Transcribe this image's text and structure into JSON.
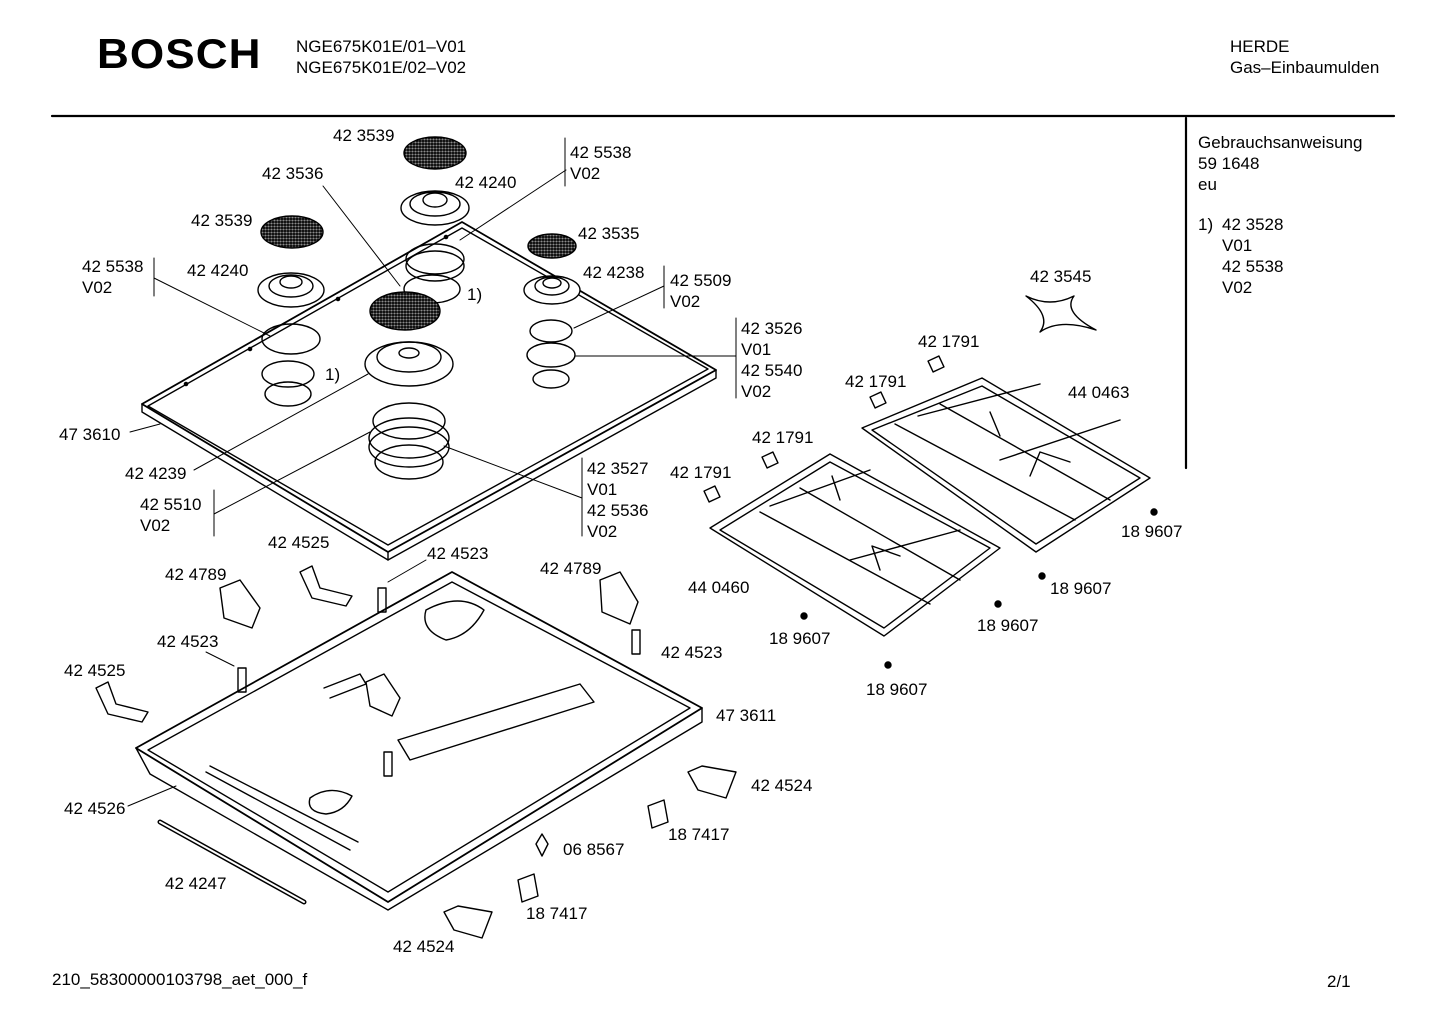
{
  "header": {
    "brand": "BOSCH",
    "models": [
      "NGE675K01E/01–V01",
      "NGE675K01E/02–V02"
    ],
    "category": [
      "HERDE",
      "Gas–Einbaumulden"
    ]
  },
  "info": {
    "manual_title": "Gebrauchsanweisung",
    "manual_number": "59 1648",
    "manual_lang": "eu",
    "note_marker": "1)",
    "note_lines": [
      "42 3528",
      "V01",
      "42 5538",
      "V02"
    ]
  },
  "labels": [
    {
      "id": "l01",
      "text": "42 3539"
    },
    {
      "id": "l02",
      "text": "42 3536"
    },
    {
      "id": "l03",
      "text": "42 4240"
    },
    {
      "id": "l04",
      "text": "42 5538"
    },
    {
      "id": "l05",
      "text": "V02"
    },
    {
      "id": "l06",
      "text": "42 3539"
    },
    {
      "id": "l07",
      "text": "42 3535"
    },
    {
      "id": "l08",
      "text": "42 5538"
    },
    {
      "id": "l09",
      "text": "V02"
    },
    {
      "id": "l10",
      "text": "42 4240"
    },
    {
      "id": "l11",
      "text": "42 4238"
    },
    {
      "id": "l12",
      "text": "42 5509"
    },
    {
      "id": "l13",
      "text": "V02"
    },
    {
      "id": "l14",
      "text": "1)"
    },
    {
      "id": "l15",
      "text": "42 3526"
    },
    {
      "id": "l16",
      "text": "V01"
    },
    {
      "id": "l17",
      "text": "42 5540"
    },
    {
      "id": "l18",
      "text": "V02"
    },
    {
      "id": "l19",
      "text": "1)"
    },
    {
      "id": "l20",
      "text": "47 3610"
    },
    {
      "id": "l21",
      "text": "42 4239"
    },
    {
      "id": "l22",
      "text": "42 5510"
    },
    {
      "id": "l23",
      "text": "V02"
    },
    {
      "id": "l24",
      "text": "42 3527"
    },
    {
      "id": "l25",
      "text": "V01"
    },
    {
      "id": "l26",
      "text": "42 5536"
    },
    {
      "id": "l27",
      "text": "V02"
    },
    {
      "id": "l28",
      "text": "42 3545"
    },
    {
      "id": "l29",
      "text": "42 1791"
    },
    {
      "id": "l30",
      "text": "42 1791"
    },
    {
      "id": "l31",
      "text": "44 0463"
    },
    {
      "id": "l32",
      "text": "42 1791"
    },
    {
      "id": "l33",
      "text": "42 1791"
    },
    {
      "id": "l34",
      "text": "18 9607"
    },
    {
      "id": "l35",
      "text": "18 9607"
    },
    {
      "id": "l36",
      "text": "44 0460"
    },
    {
      "id": "l37",
      "text": "18 9607"
    },
    {
      "id": "l38",
      "text": "18 9607"
    },
    {
      "id": "l39",
      "text": "18 9607"
    },
    {
      "id": "l40",
      "text": "42 4525"
    },
    {
      "id": "l41",
      "text": "42 4523"
    },
    {
      "id": "l42",
      "text": "42 4789"
    },
    {
      "id": "l43",
      "text": "42 4789"
    },
    {
      "id": "l44",
      "text": "42 4523"
    },
    {
      "id": "l45",
      "text": "42 4523"
    },
    {
      "id": "l46",
      "text": "42 4525"
    },
    {
      "id": "l47",
      "text": "47 3611"
    },
    {
      "id": "l48",
      "text": "42 4524"
    },
    {
      "id": "l49",
      "text": "42 4526"
    },
    {
      "id": "l50",
      "text": "18 7417"
    },
    {
      "id": "l51",
      "text": "06 8567"
    },
    {
      "id": "l52",
      "text": "42 4247"
    },
    {
      "id": "l53",
      "text": "18 7417"
    },
    {
      "id": "l54",
      "text": "42 4524"
    }
  ],
  "footer": {
    "document_code": "210_58300000103798_aet_000_f",
    "page": "2/1"
  }
}
